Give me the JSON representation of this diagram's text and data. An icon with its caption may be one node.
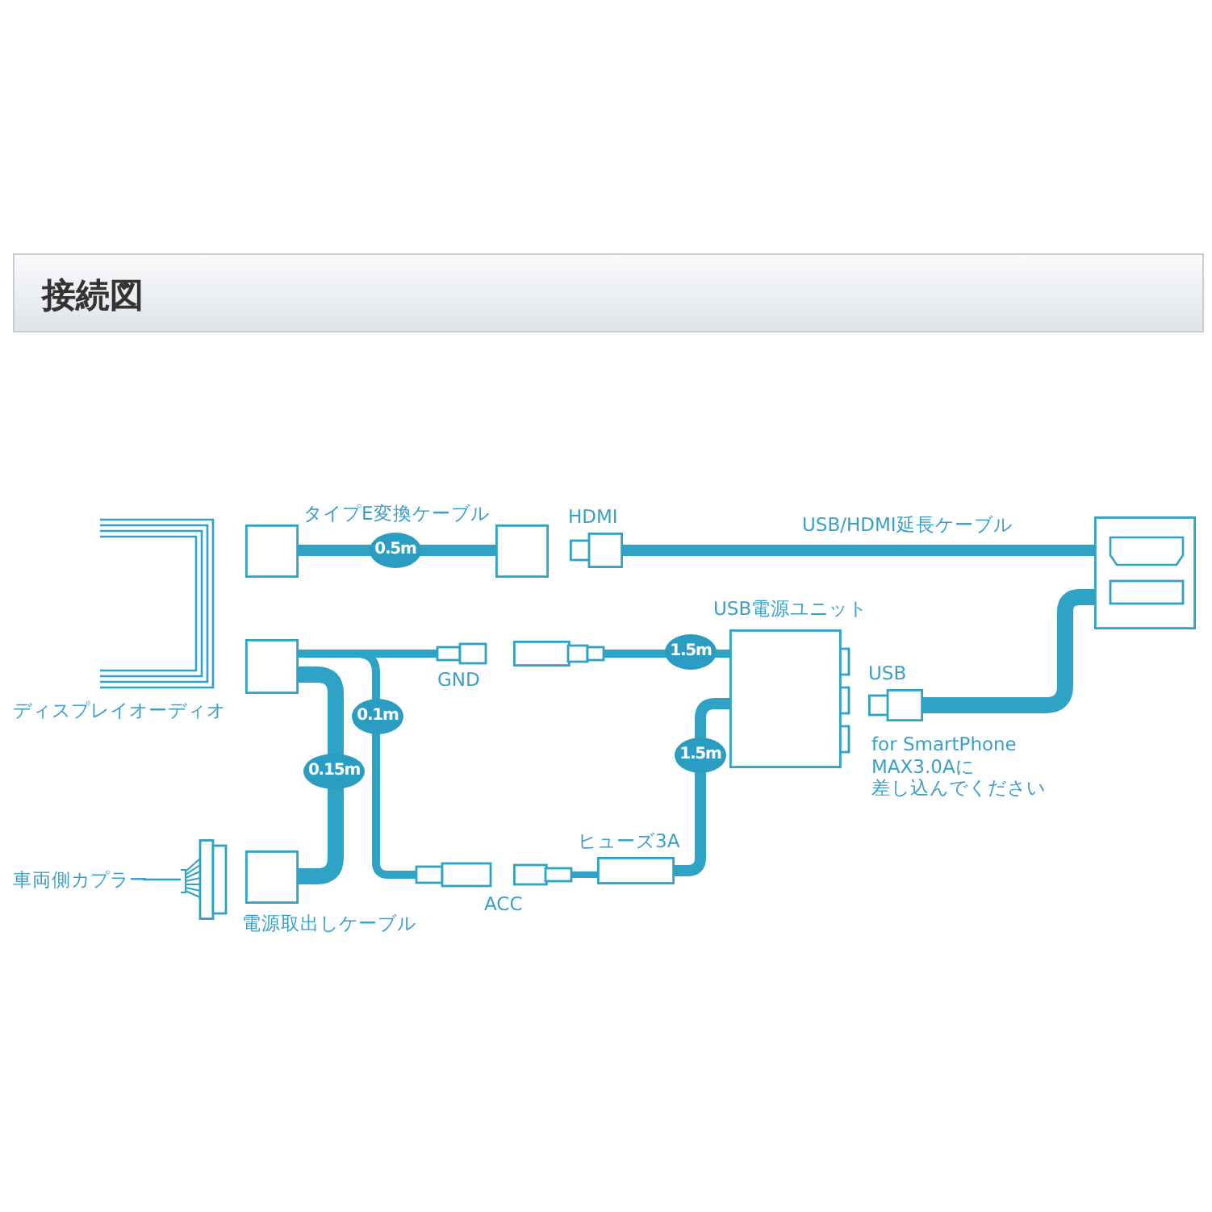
{
  "diagram": {
    "title": "接続図",
    "nodes": [
      {
        "text": [
          "ディスプレイオーディオ"
        ]
      },
      {
        "text": [],
        "shape": "box"
      },
      {
        "text": [],
        "shape": "box"
      },
      {
        "text": [],
        "shape": "plug",
        "beside": [
          "HDMI"
        ]
      },
      {
        "text": [],
        "shape": "box"
      },
      {
        "text": [],
        "shape": "box"
      },
      {
        "text": [],
        "shape": "box",
        "beside": [
          "電源取出しケーブル"
        ]
      },
      {
        "text": [],
        "shape": "plug"
      },
      {
        "text": [],
        "shape": "plug"
      },
      {
        "text": [
          "USB電源ユニット"
        ]
      },
      {
        "text": [],
        "shape": "plug"
      },
      {
        "text": [],
        "shape": "plug"
      },
      {
        "text": [
          "ヒューズ3A"
        ]
      },
      {
        "text": [],
        "shape": "plug",
        "beside": [
          "USB"
        ]
      },
      {
        "text": [],
        "shape": "picture"
      },
      {
        "text": [
          "車両側カプラー"
        ]
      }
    ],
    "edges": [
      {
        "from": 1,
        "to": 2,
        "arrow": "none",
        "label": "0.5m"
      },
      {
        "from": 3,
        "to": 4,
        "arrow": "none"
      },
      {
        "from": 5,
        "to": 7,
        "arrow": "none"
      },
      {
        "from": 5,
        "to": 10,
        "arrow": "none",
        "label": "0.1m"
      },
      {
        "from": 5,
        "to": 6,
        "arrow": "none",
        "label": "0.15m",
        "style": "thick"
      },
      {
        "from": 8,
        "to": 9,
        "arrow": "none",
        "label": "1.5m"
      },
      {
        "from": 11,
        "to": 12,
        "arrow": "none"
      },
      {
        "from": 12,
        "to": 9,
        "arrow": "none",
        "label": "1.5m"
      },
      {
        "from": 13,
        "to": 4,
        "arrow": "none",
        "style": "thick"
      },
      {
        "from": 15,
        "to": 14,
        "arrow": "none"
      }
    ],
    "labels": [
      "タイプE変換ケーブル",
      "USB/HDMI延長ケーブル",
      "GND",
      "ACC",
      "for SmartPhone MAX3.0Aに差し込んでください"
    ]
  }
}
